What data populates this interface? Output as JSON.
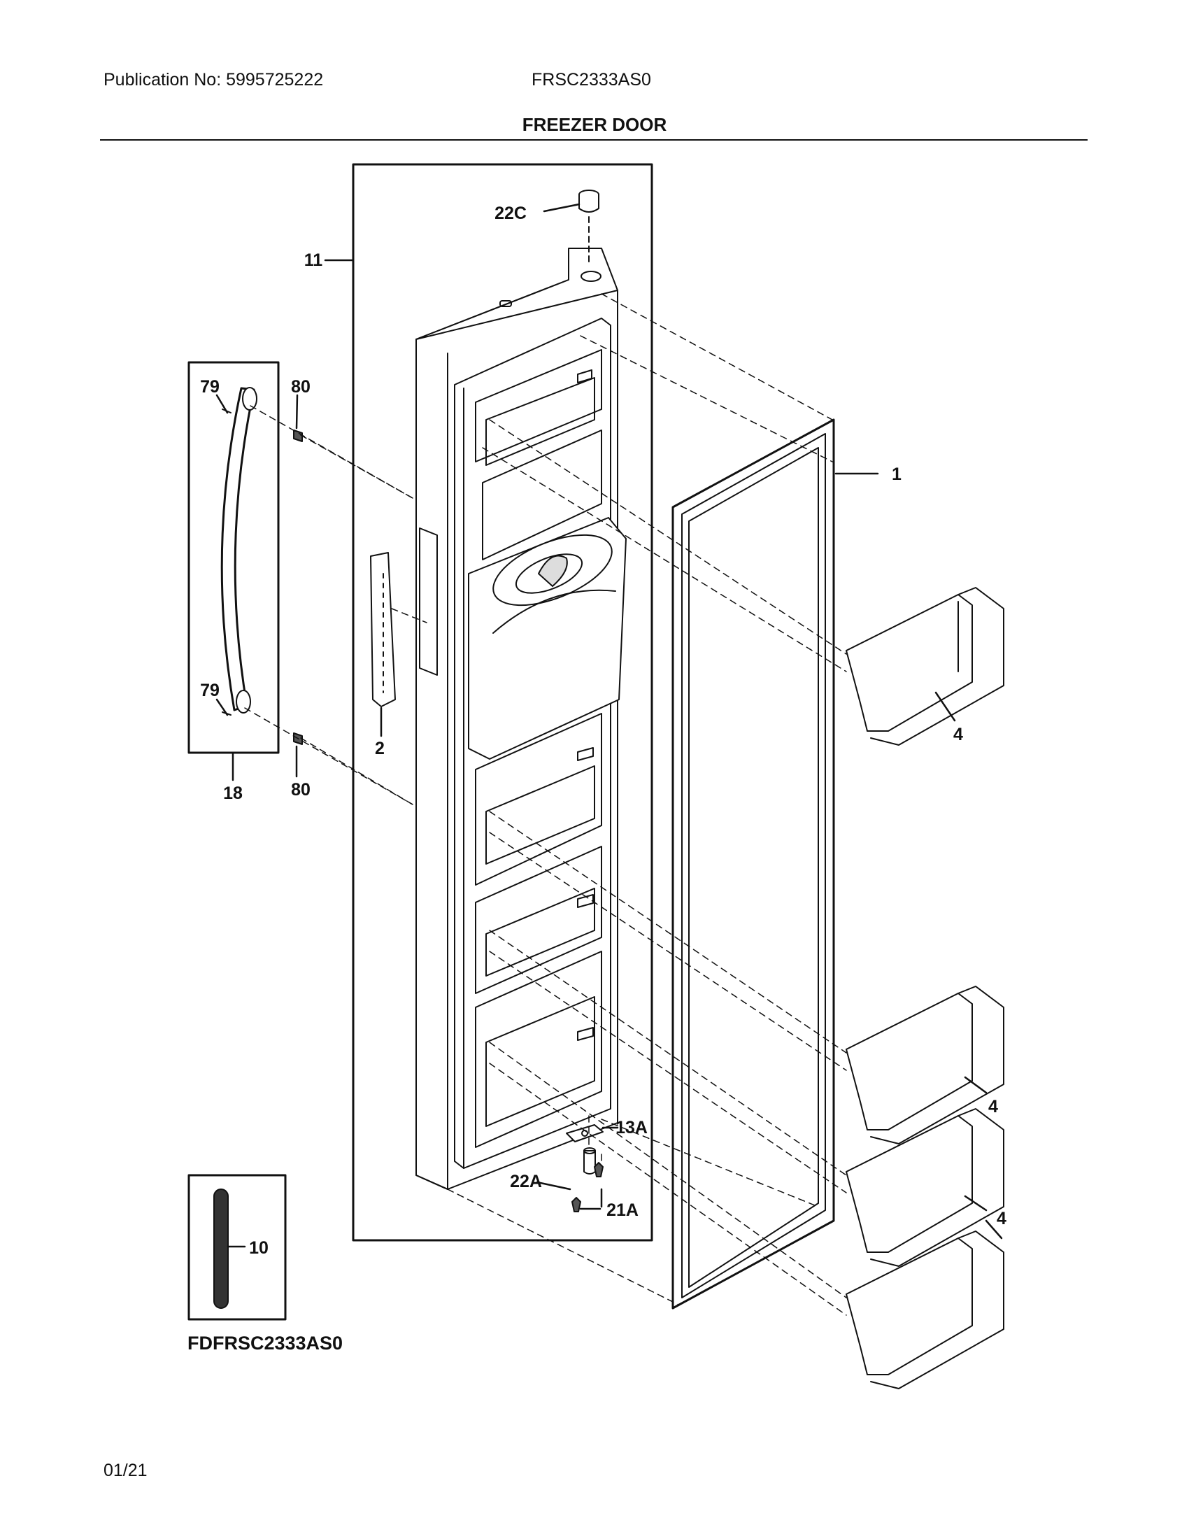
{
  "header": {
    "publication": "Publication No: 5995725222",
    "model": "FRSC2333AS0",
    "title": "FREEZER DOOR"
  },
  "callouts": {
    "c22C": "22C",
    "c11": "11",
    "c79a": "79",
    "c80a": "80",
    "c79b": "79",
    "c80b": "80",
    "c18": "18",
    "c2": "2",
    "c1": "1",
    "c4a": "4",
    "c4b": "4",
    "c4c": "4",
    "c13A": "13A",
    "c22A": "22A",
    "c21A": "21A",
    "c10": "10"
  },
  "footer": {
    "diagram_code": "FDFRSC2333AS0",
    "page": "01/21"
  }
}
